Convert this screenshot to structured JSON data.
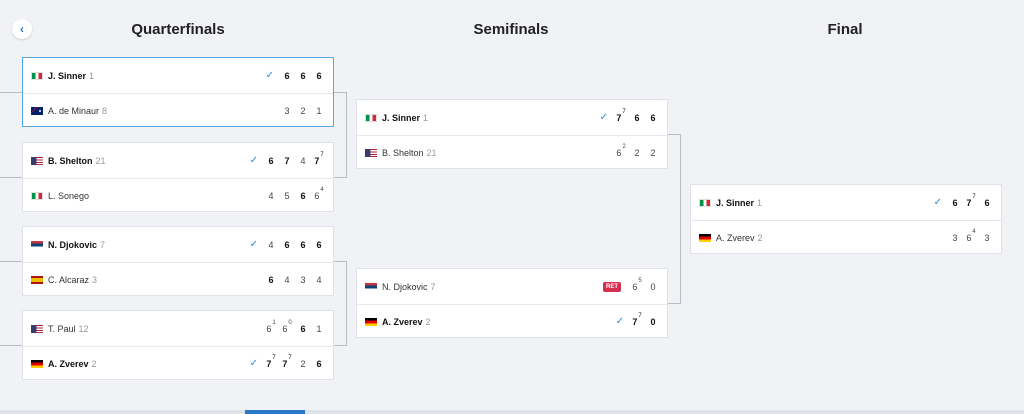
{
  "nav": {
    "back_icon": "‹"
  },
  "rounds": [
    "Quarterfinals",
    "Semifinals",
    "Final"
  ],
  "flags": {
    "ITA": [
      "#009246",
      "#ffffff",
      "#ce2b37"
    ],
    "USA": "usa",
    "SRB": [
      "#c6363c",
      "#0c4076",
      "#ffffff"
    ],
    "ESP": [
      "#aa151b",
      "#f1bf00",
      "#aa151b"
    ],
    "GER": [
      "#000000",
      "#dd0000",
      "#ffce00"
    ],
    "AUS": "aus"
  },
  "check_icon": "✓",
  "ret_label": "RET",
  "matches": {
    "qf1": {
      "p1": {
        "flag": "ITA",
        "name": "J. Sinner",
        "seed": "1",
        "winner": true,
        "scores": [
          {
            "v": "6",
            "w": true
          },
          {
            "v": "6",
            "w": true
          },
          {
            "v": "6",
            "w": true
          }
        ]
      },
      "p2": {
        "flag": "AUS",
        "name": "A. de Minaur",
        "seed": "8",
        "winner": false,
        "scores": [
          {
            "v": "3"
          },
          {
            "v": "2"
          },
          {
            "v": "1"
          }
        ]
      }
    },
    "qf2": {
      "p1": {
        "flag": "USA",
        "name": "B. Shelton",
        "seed": "21",
        "winner": true,
        "scores": [
          {
            "v": "6",
            "w": true
          },
          {
            "v": "7",
            "w": true
          },
          {
            "v": "4"
          },
          {
            "v": "7",
            "t": "7",
            "w": true
          }
        ]
      },
      "p2": {
        "flag": "ITA",
        "name": "L. Sonego",
        "seed": "",
        "winner": false,
        "scores": [
          {
            "v": "4"
          },
          {
            "v": "5"
          },
          {
            "v": "6",
            "w": true
          },
          {
            "v": "6",
            "t": "4"
          }
        ]
      }
    },
    "qf3": {
      "p1": {
        "flag": "SRB",
        "name": "N. Djokovic",
        "seed": "7",
        "winner": true,
        "scores": [
          {
            "v": "4"
          },
          {
            "v": "6",
            "w": true
          },
          {
            "v": "6",
            "w": true
          },
          {
            "v": "6",
            "w": true
          }
        ]
      },
      "p2": {
        "flag": "ESP",
        "name": "C. Alcaraz",
        "seed": "3",
        "winner": false,
        "scores": [
          {
            "v": "6",
            "w": true
          },
          {
            "v": "4"
          },
          {
            "v": "3"
          },
          {
            "v": "4"
          }
        ]
      }
    },
    "qf4": {
      "p1": {
        "flag": "USA",
        "name": "T. Paul",
        "seed": "12",
        "winner": false,
        "scores": [
          {
            "v": "6",
            "t": "1"
          },
          {
            "v": "6",
            "t": "0"
          },
          {
            "v": "6",
            "w": true
          },
          {
            "v": "1"
          }
        ]
      },
      "p2": {
        "flag": "GER",
        "name": "A. Zverev",
        "seed": "2",
        "winner": true,
        "scores": [
          {
            "v": "7",
            "t": "7",
            "w": true
          },
          {
            "v": "7",
            "t": "7",
            "w": true
          },
          {
            "v": "2"
          },
          {
            "v": "6",
            "w": true
          }
        ]
      }
    },
    "sf1": {
      "p1": {
        "flag": "ITA",
        "name": "J. Sinner",
        "seed": "1",
        "winner": true,
        "scores": [
          {
            "v": "7",
            "t": "7",
            "w": true
          },
          {
            "v": "6",
            "w": true
          },
          {
            "v": "6",
            "w": true
          }
        ]
      },
      "p2": {
        "flag": "USA",
        "name": "B. Shelton",
        "seed": "21",
        "winner": false,
        "scores": [
          {
            "v": "6",
            "t": "2"
          },
          {
            "v": "2"
          },
          {
            "v": "2"
          }
        ]
      }
    },
    "sf2": {
      "p1": {
        "flag": "SRB",
        "name": "N. Djokovic",
        "seed": "7",
        "winner": false,
        "ret": true,
        "scores": [
          {
            "v": "6",
            "t": "5"
          },
          {
            "v": "0"
          }
        ]
      },
      "p2": {
        "flag": "GER",
        "name": "A. Zverev",
        "seed": "2",
        "winner": true,
        "scores": [
          {
            "v": "7",
            "t": "7",
            "w": true
          },
          {
            "v": "0",
            "w": true
          }
        ]
      }
    },
    "final": {
      "p1": {
        "flag": "ITA",
        "name": "J. Sinner",
        "seed": "1",
        "winner": true,
        "scores": [
          {
            "v": "6",
            "w": true
          },
          {
            "v": "7",
            "t": "7",
            "w": true
          },
          {
            "v": "6",
            "w": true
          }
        ]
      },
      "p2": {
        "flag": "GER",
        "name": "A. Zverev",
        "seed": "2",
        "winner": false,
        "scores": [
          {
            "v": "3"
          },
          {
            "v": "6",
            "t": "4"
          },
          {
            "v": "3"
          }
        ]
      }
    }
  }
}
